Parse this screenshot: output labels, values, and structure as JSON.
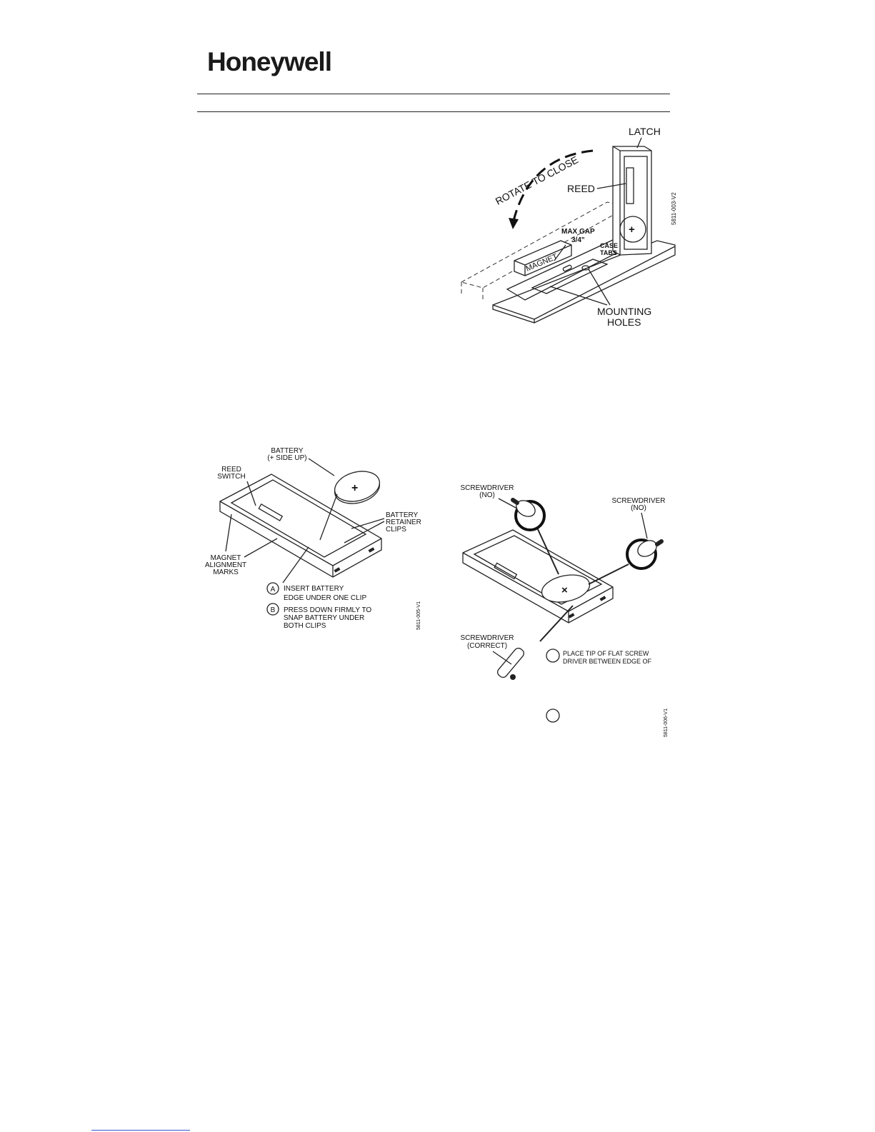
{
  "brand": {
    "name": "Honeywell"
  },
  "figure1": {
    "code": "5811-003-V2",
    "labels": {
      "latch": "LATCH",
      "rotate": "ROTATE TO CLOSE",
      "reed": "REED",
      "max_gap": "MAX GAP",
      "gap_value": "3/4\"",
      "case": "CASE",
      "tabs": "TABS",
      "magnet": "MAGNET",
      "mounting": "MOUNTING",
      "holes": "HOLES"
    }
  },
  "figure2": {
    "code": "5811-005-V1",
    "labels": {
      "battery": "BATTERY",
      "battery_sub": "(+ SIDE UP)",
      "reed": "REED",
      "switch": "SWITCH",
      "retainer_1": "BATTERY",
      "retainer_2": "RETAINER",
      "retainer_3": "CLIPS",
      "magnet_1": "MAGNET",
      "magnet_2": "ALIGNMENT",
      "magnet_3": "MARKS",
      "step_a_letter": "A",
      "step_a_1": "INSERT BATTERY",
      "step_a_2": "EDGE UNDER ONE CLIP",
      "step_b_letter": "B",
      "step_b_1": "PRESS DOWN FIRMLY TO",
      "step_b_2": "SNAP BATTERY UNDER",
      "step_b_3": "BOTH CLIPS"
    }
  },
  "figure3": {
    "code": "5811-006-V1",
    "labels": {
      "sd_left": "SCREWDRIVER",
      "sd_left_sub": "(NO)",
      "sd_right": "SCREWDRIVER",
      "sd_right_sub": "(NO)",
      "sd_correct": "SCREWDRIVER",
      "sd_correct_sub": "(CORRECT)",
      "step_1": "PLACE TIP OF FLAT SCREW",
      "step_2": "DRIVER BETWEEN EDGE OF"
    }
  }
}
